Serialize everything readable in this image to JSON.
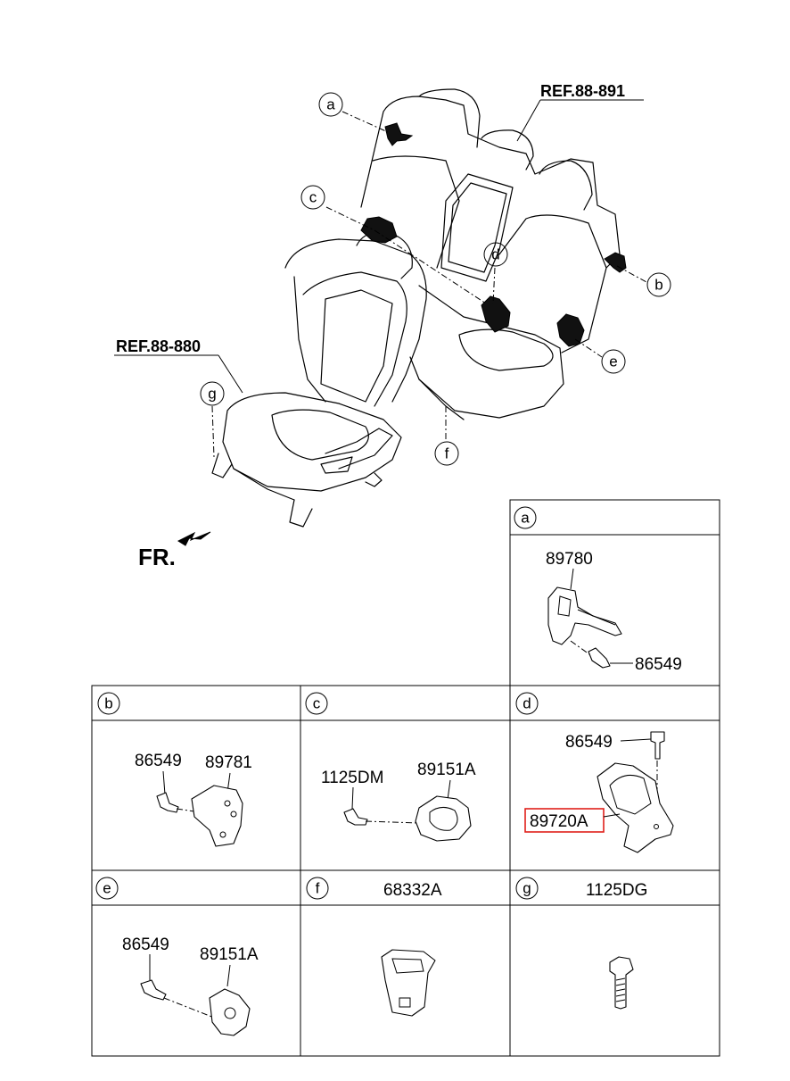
{
  "references": {
    "rear_seat": "REF.88-891",
    "front_seat": "REF.88-880"
  },
  "front_indicator": "FR.",
  "callouts": {
    "a": "a",
    "b": "b",
    "c": "c",
    "d": "d",
    "e": "e",
    "f": "f",
    "g": "g"
  },
  "panels": {
    "a": {
      "letter": "a",
      "parts": [
        "89780",
        "86549"
      ]
    },
    "b": {
      "letter": "b",
      "parts": [
        "86549",
        "89781"
      ]
    },
    "c": {
      "letter": "c",
      "parts": [
        "1125DM",
        "89151A"
      ]
    },
    "d": {
      "letter": "d",
      "parts": [
        "86549",
        "89720A"
      ],
      "highlighted_part": "89720A"
    },
    "e": {
      "letter": "e",
      "parts": [
        "86549",
        "89151A"
      ]
    },
    "f": {
      "letter": "f",
      "header_part": "68332A"
    },
    "g": {
      "letter": "g",
      "header_part": "1125DG"
    }
  },
  "colors": {
    "line": "#000000",
    "highlight": "#e0201a",
    "background": "#ffffff"
  }
}
